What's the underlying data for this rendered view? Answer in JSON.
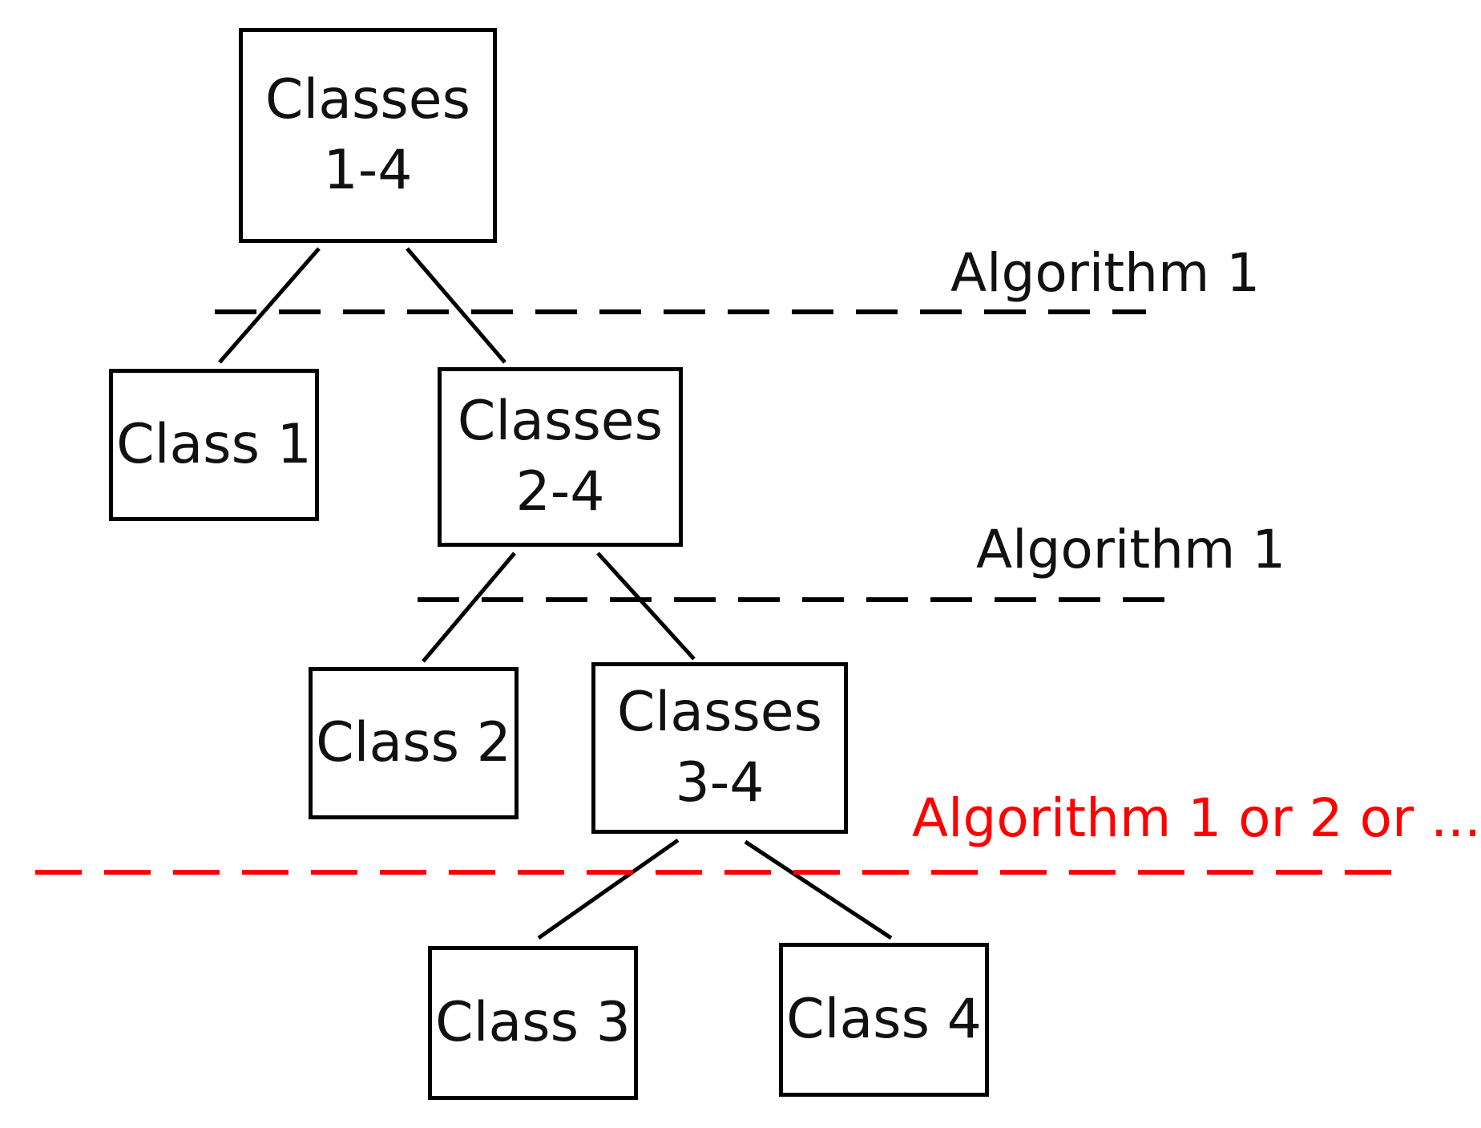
{
  "diagram": {
    "colors": {
      "line": "#000000",
      "text": "#111111",
      "accent": "#ff0000"
    },
    "nodes": {
      "root": {
        "line1": "Classes",
        "line2": "1-4"
      },
      "class1": {
        "label": "Class 1"
      },
      "classes24": {
        "line1": "Classes",
        "line2": "2-4"
      },
      "class2": {
        "label": "Class 2"
      },
      "classes34": {
        "line1": "Classes",
        "line2": "3-4"
      },
      "class3": {
        "label": "Class 3"
      },
      "class4": {
        "label": "Class 4"
      }
    },
    "separators": [
      {
        "label": "Algorithm 1",
        "color": "#000000"
      },
      {
        "label": "Algorithm 1",
        "color": "#000000"
      },
      {
        "label": "Algorithm 1 or 2 or ...",
        "color": "#ff0000"
      }
    ]
  }
}
